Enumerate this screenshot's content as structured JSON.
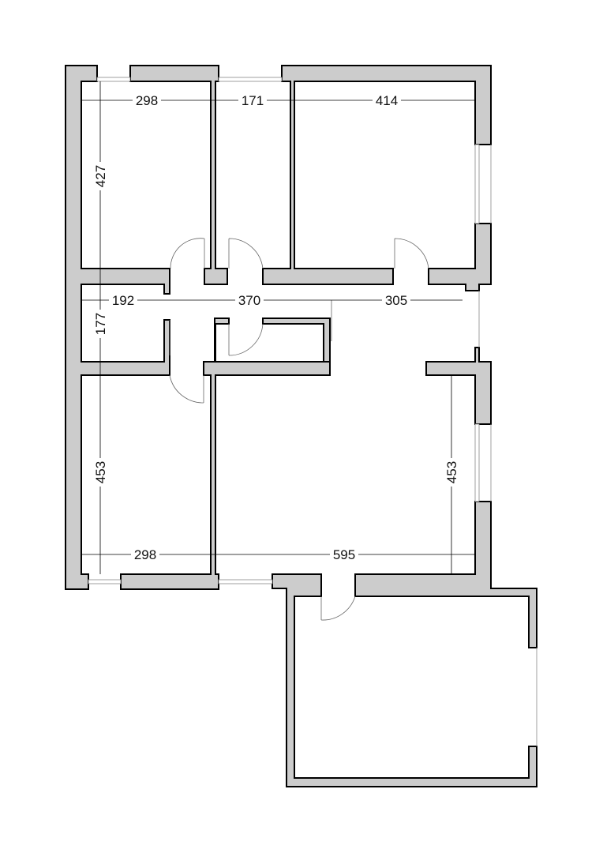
{
  "plan": {
    "dimensions": {
      "room1_width": "298",
      "room2_width": "171",
      "room3_width": "414",
      "room1_height": "427",
      "hall_left_width": "192",
      "hall_mid_width": "370",
      "hall_right_width": "305",
      "hall_height": "177",
      "room4_height": "453",
      "room4_width": "298",
      "living_width": "595",
      "living_height": "453"
    },
    "colors": {
      "wall": "#cccccc",
      "outline": "#000000"
    }
  }
}
